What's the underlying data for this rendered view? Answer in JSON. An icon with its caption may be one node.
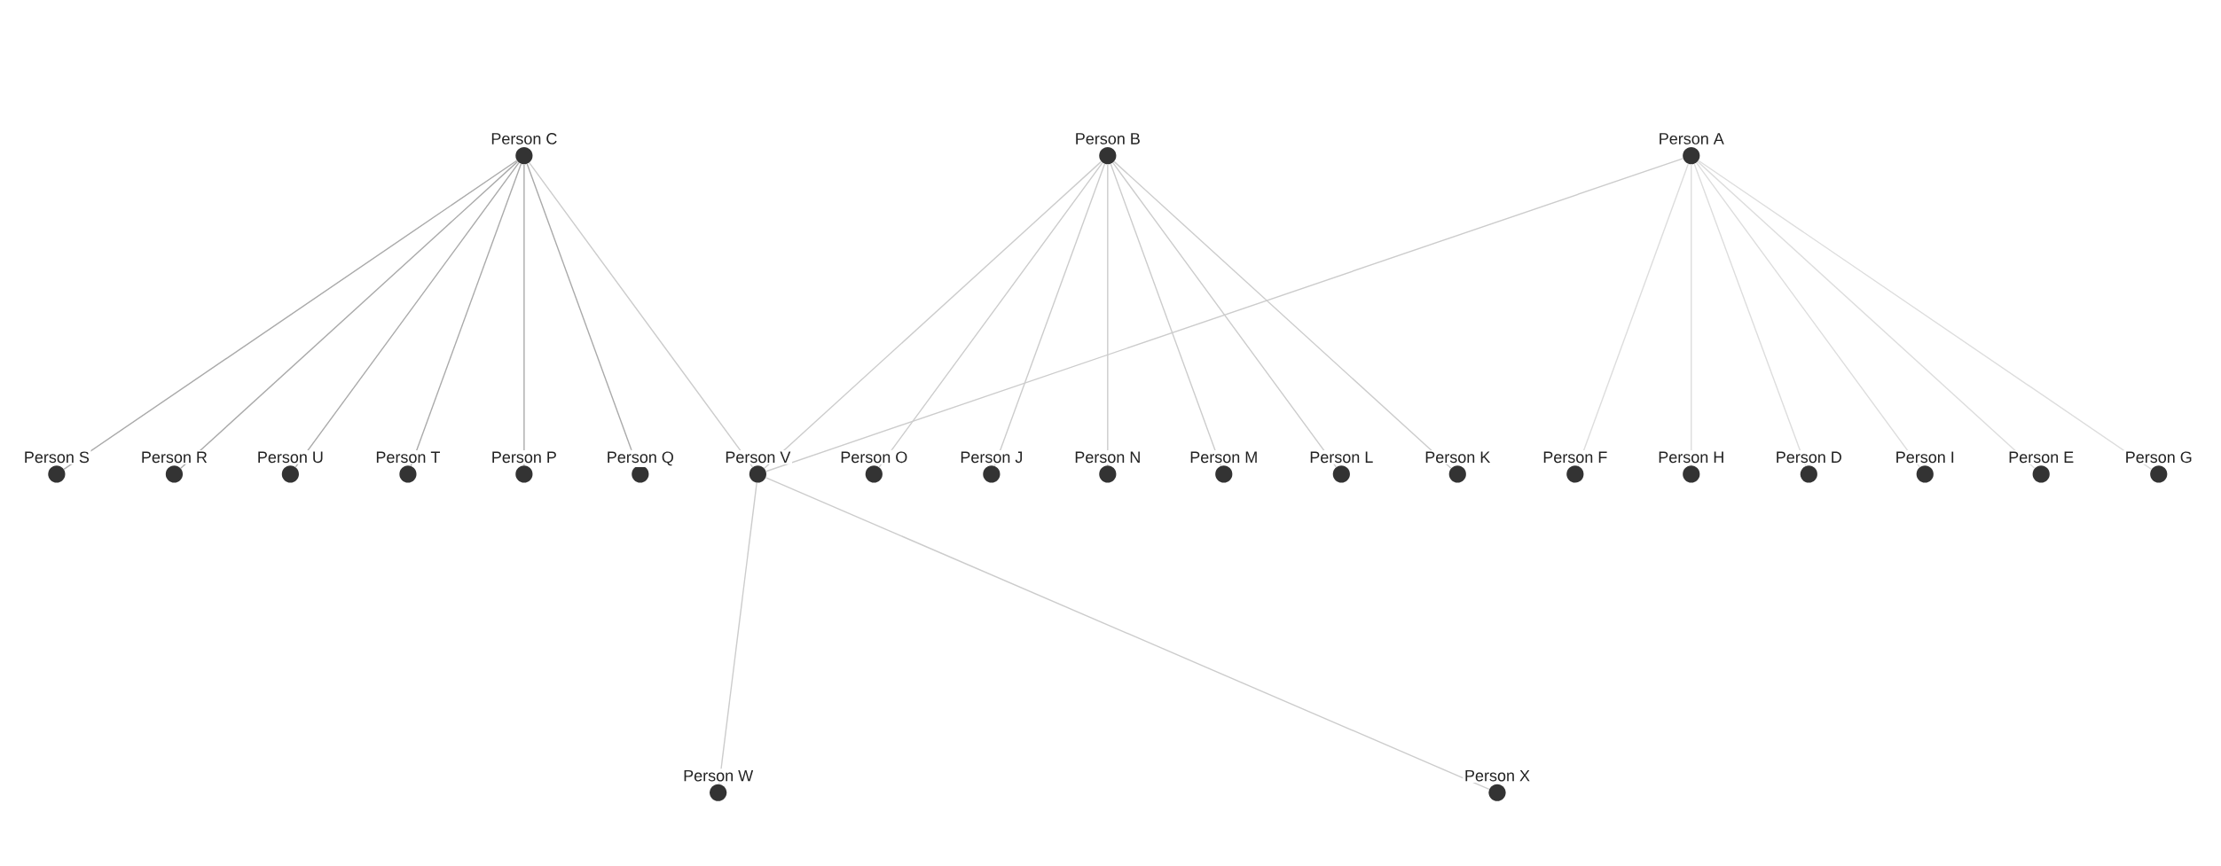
{
  "diagram": {
    "nodes": [
      {
        "text": [
          "Person C"
        ]
      },
      {
        "text": [
          "Person B"
        ]
      },
      {
        "text": [
          "Person A"
        ]
      },
      {
        "text": [
          "Person S"
        ]
      },
      {
        "text": [
          "Person R"
        ]
      },
      {
        "text": [
          "Person U"
        ]
      },
      {
        "text": [
          "Person T"
        ]
      },
      {
        "text": [
          "Person P"
        ]
      },
      {
        "text": [
          "Person Q"
        ]
      },
      {
        "text": [
          "Person V"
        ]
      },
      {
        "text": [
          "Person O"
        ]
      },
      {
        "text": [
          "Person J"
        ]
      },
      {
        "text": [
          "Person N"
        ]
      },
      {
        "text": [
          "Person M"
        ]
      },
      {
        "text": [
          "Person L"
        ]
      },
      {
        "text": [
          "Person K"
        ]
      },
      {
        "text": [
          "Person F"
        ]
      },
      {
        "text": [
          "Person H"
        ]
      },
      {
        "text": [
          "Person D"
        ]
      },
      {
        "text": [
          "Person I"
        ]
      },
      {
        "text": [
          "Person E"
        ]
      },
      {
        "text": [
          "Person G"
        ]
      },
      {
        "text": [
          "Person W"
        ]
      },
      {
        "text": [
          "Person X"
        ]
      }
    ],
    "edges": [
      {
        "from": 0,
        "to": 3,
        "arrow": "none",
        "color": "#aaaaaa"
      },
      {
        "from": 0,
        "to": 4,
        "arrow": "none",
        "color": "#aaaaaa"
      },
      {
        "from": 0,
        "to": 5,
        "arrow": "none",
        "color": "#aaaaaa"
      },
      {
        "from": 0,
        "to": 6,
        "arrow": "none",
        "color": "#aaaaaa"
      },
      {
        "from": 0,
        "to": 7,
        "arrow": "none",
        "color": "#aaaaaa"
      },
      {
        "from": 0,
        "to": 8,
        "arrow": "none",
        "color": "#aaaaaa"
      },
      {
        "from": 0,
        "to": 9,
        "arrow": "none"
      },
      {
        "from": 1,
        "to": 9,
        "arrow": "none"
      },
      {
        "from": 1,
        "to": 10,
        "arrow": "none"
      },
      {
        "from": 1,
        "to": 11,
        "arrow": "none"
      },
      {
        "from": 1,
        "to": 12,
        "arrow": "none"
      },
      {
        "from": 1,
        "to": 13,
        "arrow": "none"
      },
      {
        "from": 1,
        "to": 14,
        "arrow": "none"
      },
      {
        "from": 1,
        "to": 15,
        "arrow": "none"
      },
      {
        "from": 2,
        "to": 9,
        "arrow": "none"
      },
      {
        "from": 2,
        "to": 16,
        "arrow": "none",
        "color": "#dddddd"
      },
      {
        "from": 2,
        "to": 17,
        "arrow": "none",
        "color": "#dddddd"
      },
      {
        "from": 2,
        "to": 18,
        "arrow": "none",
        "color": "#dddddd"
      },
      {
        "from": 2,
        "to": 19,
        "arrow": "none",
        "color": "#dddddd"
      },
      {
        "from": 2,
        "to": 20,
        "arrow": "none",
        "color": "#dddddd"
      },
      {
        "from": 2,
        "to": 21,
        "arrow": "none",
        "color": "#dddddd"
      },
      {
        "from": 9,
        "to": 22,
        "arrow": "none"
      },
      {
        "from": 9,
        "to": 23,
        "arrow": "none"
      }
    ]
  }
}
